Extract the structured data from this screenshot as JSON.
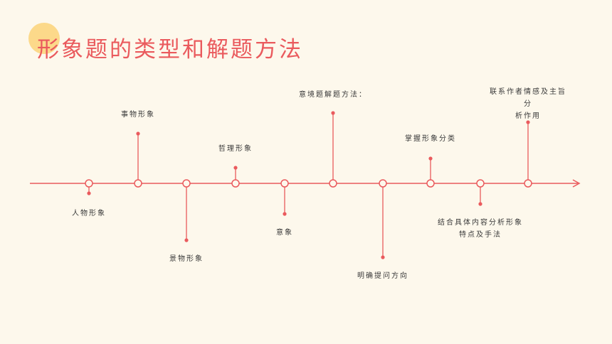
{
  "title": "形象题的类型和解题方法",
  "colors": {
    "accent": "#ea5a5d",
    "deco": "#fcd98a",
    "background": "#fdf8ec"
  },
  "timeline": {
    "nodes": [
      {
        "label": "人物形象"
      },
      {
        "label": "事物形象"
      },
      {
        "label": "景物形象"
      },
      {
        "label": "哲理形象"
      },
      {
        "label": "意象"
      },
      {
        "label": "意境题解题方法："
      },
      {
        "label": "明确提问方向"
      },
      {
        "label": "掌握形象分类"
      },
      {
        "label": "结合具体内容分析形象\n特点及手法"
      },
      {
        "label": "联系作者情感及主旨分\n析作用"
      }
    ]
  }
}
